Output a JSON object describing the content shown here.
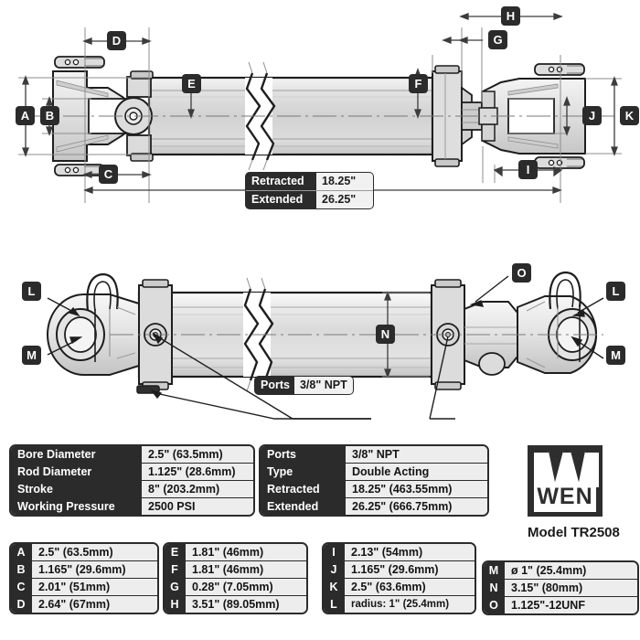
{
  "page": {
    "background": "#ffffff",
    "ink": "#2b2b2b",
    "fill_light": "#ededed",
    "fill_mid": "#d9d9d9",
    "fill_dark": "#bdbdbd"
  },
  "top_view": {
    "name": "side-elevation-view",
    "dimension_badges": [
      {
        "id": "A",
        "label": "A"
      },
      {
        "id": "B",
        "label": "B"
      },
      {
        "id": "C",
        "label": "C"
      },
      {
        "id": "D",
        "label": "D"
      },
      {
        "id": "E",
        "label": "E"
      },
      {
        "id": "F",
        "label": "F"
      },
      {
        "id": "G",
        "label": "G"
      },
      {
        "id": "H",
        "label": "H"
      },
      {
        "id": "I",
        "label": "I"
      },
      {
        "id": "J",
        "label": "J"
      },
      {
        "id": "K",
        "label": "K"
      }
    ],
    "length_tag": {
      "rows": [
        {
          "key": "Retracted",
          "value": "18.25\""
        },
        {
          "key": "Extended",
          "value": "26.25\""
        }
      ]
    }
  },
  "bottom_view": {
    "name": "isometric-view",
    "badges": [
      {
        "id": "L-left",
        "label": "L"
      },
      {
        "id": "M-left",
        "label": "M"
      },
      {
        "id": "N",
        "label": "N"
      },
      {
        "id": "O",
        "label": "O"
      },
      {
        "id": "L-right",
        "label": "L"
      },
      {
        "id": "M-right",
        "label": "M"
      }
    ],
    "ports_tag": {
      "key": "Ports",
      "value": "3/8\" NPT"
    }
  },
  "spec_table_left": {
    "rows": [
      {
        "key": "Bore Diameter",
        "value": "2.5\" (63.5mm)"
      },
      {
        "key": "Rod Diameter",
        "value": "1.125\" (28.6mm)"
      },
      {
        "key": "Stroke",
        "value": "8\" (203.2mm)"
      },
      {
        "key": "Working Pressure",
        "value": "2500 PSI"
      }
    ]
  },
  "spec_table_right": {
    "rows": [
      {
        "key": "Ports",
        "value": "3/8\" NPT"
      },
      {
        "key": "Type",
        "value": "Double Acting"
      },
      {
        "key": "Retracted",
        "value": "18.25\" (463.55mm)"
      },
      {
        "key": "Extended",
        "value": "26.25\" (666.75mm)"
      }
    ]
  },
  "letter_table_1": {
    "rows": [
      {
        "key": "A",
        "value": "2.5\" (63.5mm)"
      },
      {
        "key": "B",
        "value": "1.165\" (29.6mm)"
      },
      {
        "key": "C",
        "value": "2.01\" (51mm)"
      },
      {
        "key": "D",
        "value": "2.64\" (67mm)"
      }
    ]
  },
  "letter_table_2": {
    "rows": [
      {
        "key": "E",
        "value": "1.81\" (46mm)"
      },
      {
        "key": "F",
        "value": "1.81\" (46mm)"
      },
      {
        "key": "G",
        "value": "0.28\" (7.05mm)"
      },
      {
        "key": "H",
        "value": "3.51\" (89.05mm)"
      }
    ]
  },
  "letter_table_3": {
    "rows": [
      {
        "key": "I",
        "value": "2.13\" (54mm)"
      },
      {
        "key": "J",
        "value": "1.165\" (29.6mm)"
      },
      {
        "key": "K",
        "value": "2.5\" (63.6mm)"
      },
      {
        "key": "L",
        "value": "radius: 1\" (25.4mm)"
      }
    ]
  },
  "letter_table_4": {
    "rows": [
      {
        "key": "M",
        "value": "ø 1\" (25.4mm)"
      },
      {
        "key": "N",
        "value": "3.15\" (80mm)"
      },
      {
        "key": "O",
        "value": "1.125\"-12UNF"
      }
    ]
  },
  "brand": {
    "logo_text": "WEN",
    "model": "Model TR2508"
  }
}
